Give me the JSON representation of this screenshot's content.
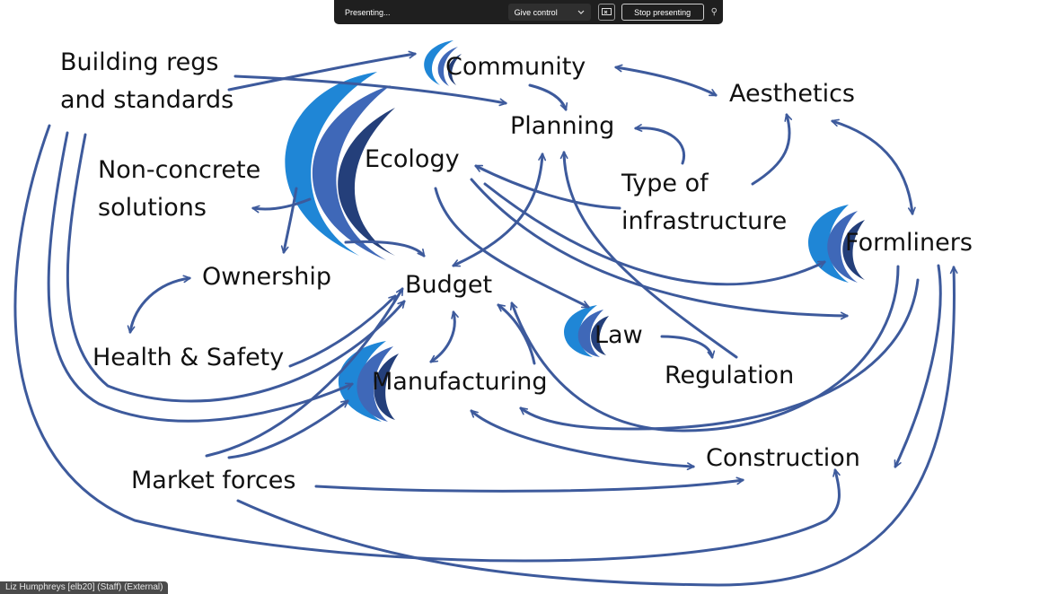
{
  "toolbar": {
    "status": "Presenting...",
    "give_control": "Give control",
    "stop_presenting": "Stop presenting",
    "icons": [
      "chevron-down-icon",
      "screen-share-icon",
      "pin-icon"
    ]
  },
  "diagram": {
    "building_regs": "Building regs",
    "and_standards": "and standards",
    "community": "Community",
    "aesthetics": "Aesthetics",
    "planning": "Planning",
    "ecology": "Ecology",
    "non_concrete": "Non-concrete",
    "solutions": "solutions",
    "type_of": "Type of",
    "infrastructure": "infrastructure",
    "formliners": "Formliners",
    "ownership": "Ownership",
    "budget": "Budget",
    "law": "Law",
    "health_safety": "Health & Safety",
    "manufacturing": "Manufacturing",
    "regulation": "Regulation",
    "construction": "Construction",
    "market_forces": "Market forces"
  },
  "participant": {
    "name": "Liz Humphreys [elb20] (Staff) (External)"
  },
  "colors": {
    "arrow": "#3d5a9c",
    "logo_light": "#1f86d6",
    "logo_mid": "#3f68b8",
    "logo_dark": "#243f7a"
  }
}
